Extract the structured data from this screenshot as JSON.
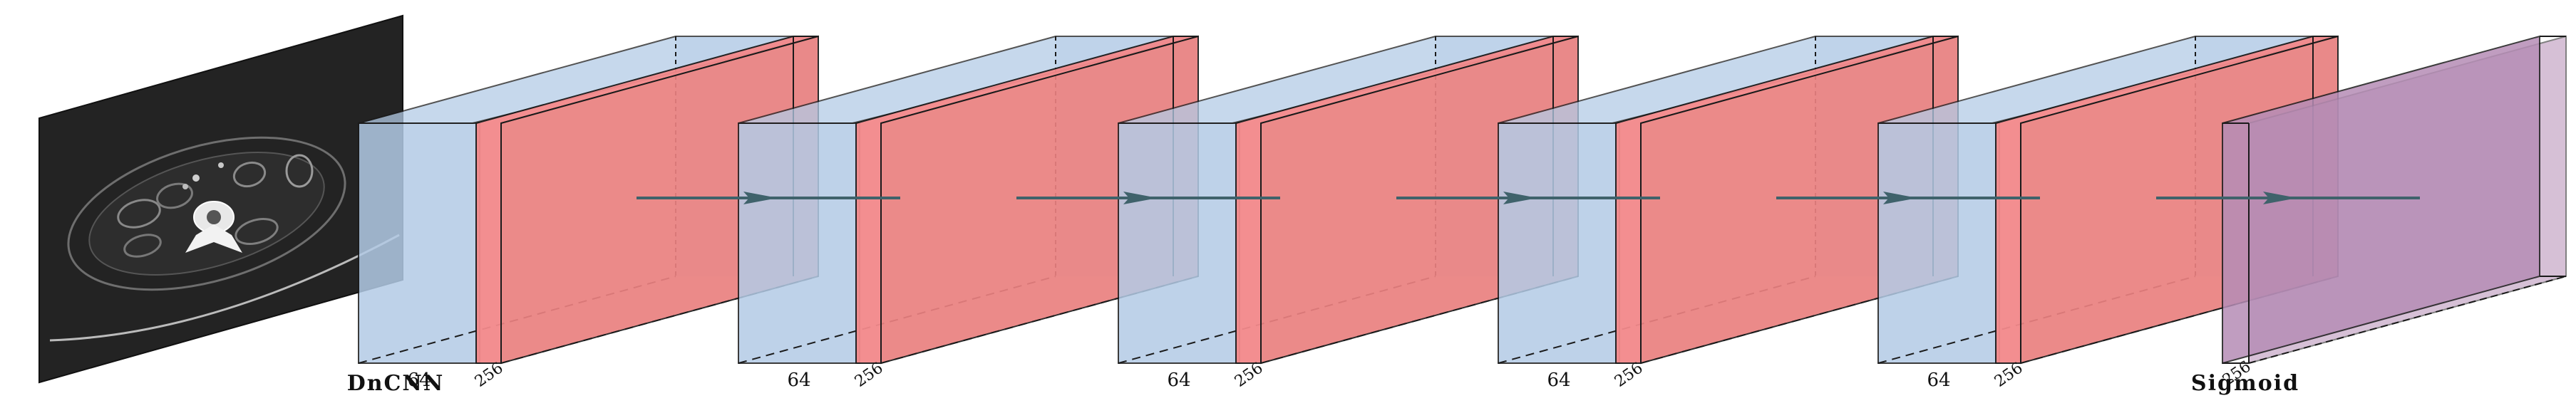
{
  "diagram": {
    "model_label": "DnCNN",
    "output_label": "Sigmoid",
    "blocks": [
      {
        "id": "block-1",
        "channel_label": "64",
        "width_label": "256"
      },
      {
        "id": "block-2",
        "channel_label": "64",
        "width_label": "256"
      },
      {
        "id": "block-3",
        "channel_label": "64",
        "width_label": "256"
      },
      {
        "id": "block-4",
        "channel_label": "64",
        "width_label": "256"
      },
      {
        "id": "block-5",
        "channel_label": "64",
        "width_label": "256"
      }
    ],
    "output_block": {
      "width_label": "256"
    },
    "colors": {
      "input_slab": "#232323",
      "blue_volume": "#b3cbe6",
      "red_slab": "#ea8180",
      "red_side": "#f3898b",
      "purple_slab": "#b68db6",
      "arrow": "#3f626b",
      "edge": "#1a1a1a"
    }
  }
}
